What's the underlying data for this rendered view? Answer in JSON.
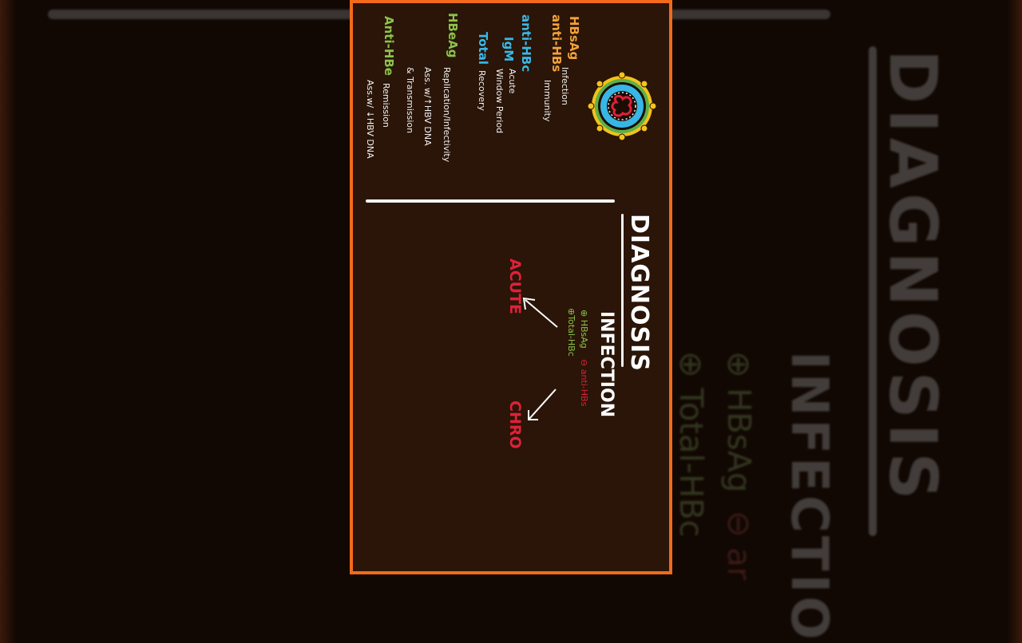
{
  "background": {
    "title": "DIAGNOSIS",
    "subtitle": "INFECTIO",
    "line1": "⊕ HBsAg",
    "line2": "⊕ Total-HBc",
    "line3": "⊖ ar"
  },
  "colors": {
    "border": "#f26a1b",
    "panel": "#2a1508",
    "orange": "#f2a23a",
    "cyan": "#39b8e8",
    "green": "#8bc34a",
    "red": "#e0203a"
  },
  "markers": [
    {
      "abbr": "HBsAg",
      "desc": "Infection",
      "color": "orange"
    },
    {
      "abbr": "anti-HBs",
      "desc": "Immunity",
      "color": "orange"
    },
    {
      "abbr": "anti-HBc",
      "desc": "",
      "color": "cyan"
    },
    {
      "abbr": "IgM",
      "desc": "Acute",
      "sub": "Window Period",
      "color": "cyan"
    },
    {
      "abbr": "Total",
      "desc": "Recovery",
      "color": "cyan"
    },
    {
      "abbr": "HBeAg",
      "desc": "Replication/Infectivity",
      "sub": "Ass. w/↑HBV DNA",
      "sub2": "& Transmission",
      "color": "green"
    },
    {
      "abbr": "Anti-HBe",
      "desc": "Remission",
      "sub": "Ass.w/ ↓HBV DNA",
      "color": "green"
    }
  ],
  "diagnosis": {
    "title": "DIAGNOSIS",
    "subtitle": "INFECTION",
    "criteria1": "⊕ HBsAg",
    "criteria1b": "⊖ anti-HBs",
    "criteria2": "⊕Total-HBc",
    "acute": "ACUTE",
    "chronic": "CHRO"
  },
  "icons": [
    "virus-icon",
    "arrow-icon"
  ]
}
